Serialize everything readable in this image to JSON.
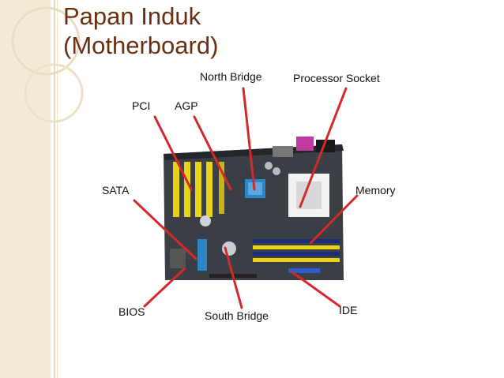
{
  "slide": {
    "title_line1": "Papan Induk",
    "title_line2": "(Motherboard)"
  },
  "labels": {
    "north_bridge": "North Bridge",
    "processor_socket": "Processor Socket",
    "pci": "PCI",
    "agp": "AGP",
    "sata": "SATA",
    "memory": "Memory",
    "bios": "BIOS",
    "south_bridge": "South Bridge",
    "ide": "IDE"
  },
  "colors": {
    "title": "#6b2f12",
    "pointer_line": "#d22a2a",
    "board": "#3a3f45",
    "pci_slot": "#e8d21a",
    "memory_slot": "#1c2a7a",
    "socket": "#f2f2f2",
    "side_band": "#f3ead6"
  }
}
